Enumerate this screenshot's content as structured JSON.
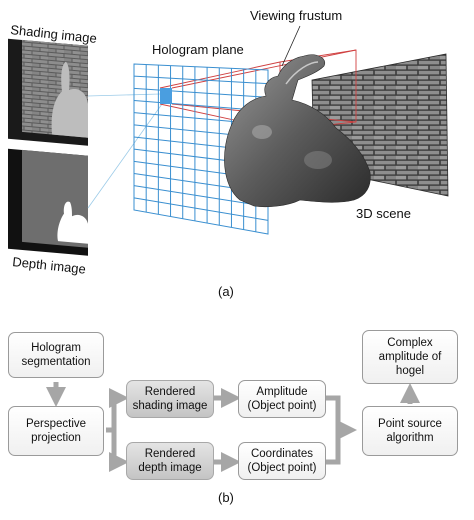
{
  "panel_a": {
    "caption": "(a)",
    "labels": {
      "shading_image": "Shading image",
      "depth_image": "Depth image",
      "hologram_plane": "Hologram plane",
      "viewing_frustum": "Viewing frustum",
      "scene_3d": "3D scene"
    },
    "colors": {
      "hologram_grid": "#3a8fd0",
      "hogel_highlight": "#4a9ee0",
      "frustum": "#d04040"
    }
  },
  "panel_b": {
    "caption": "(b)",
    "boxes": {
      "hologram_segmentation": "Hologram\nsegmentation",
      "perspective_projection": "Perspective\nprojection",
      "rendered_shading": "Rendered\nshading image",
      "rendered_depth": "Rendered\ndepth image",
      "amplitude": "Amplitude\n(Object point)",
      "coordinates": "Coordinates\n(Object point)",
      "point_source": "Point source\nalgorithm",
      "complex_amplitude": "Complex\namplitude of\nhogel"
    },
    "colors": {
      "arrow": "#a6a6a6",
      "box_border": "#9a9a9a"
    }
  }
}
